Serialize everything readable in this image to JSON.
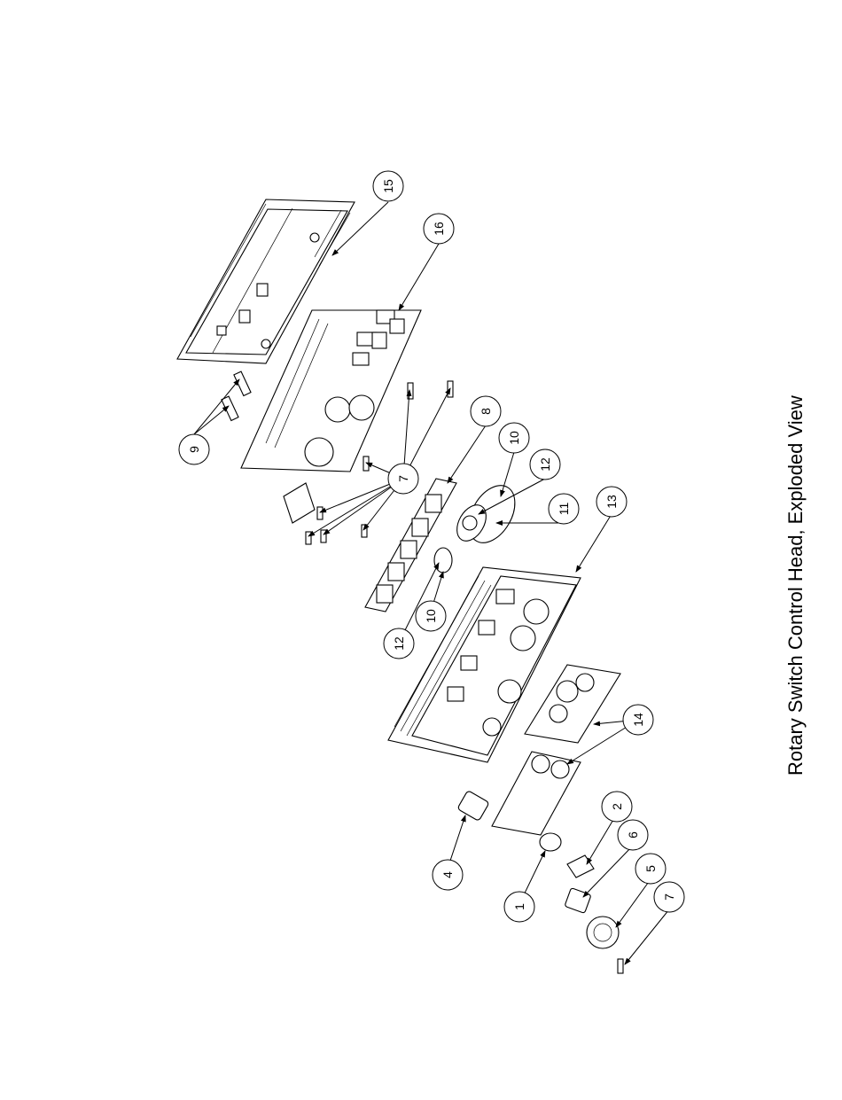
{
  "title": "Rotary Switch Control Head, Exploded View",
  "callouts": [
    "15",
    "16",
    "9",
    "7",
    "8",
    "10",
    "12",
    "11",
    "13",
    "12",
    "10",
    "14",
    "4",
    "1",
    "2",
    "6",
    "5",
    "7"
  ],
  "colors": {
    "line": "#000000",
    "background": "#ffffff"
  }
}
